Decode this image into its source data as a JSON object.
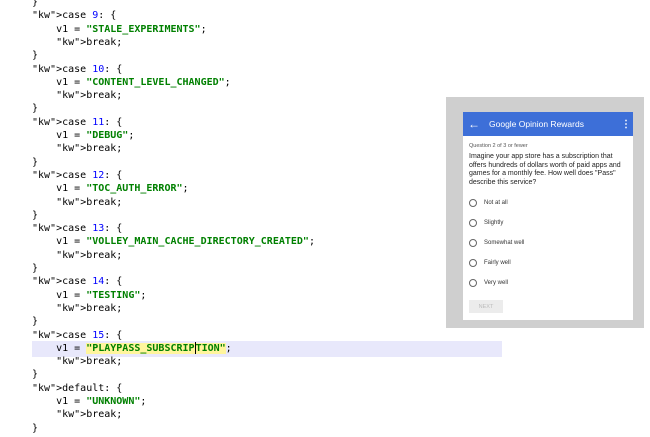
{
  "code": {
    "lines": [
      "}",
      "case 9: {",
      "    v1 = \"STALE_EXPERIMENTS\";",
      "    break;",
      "}",
      "case 10: {",
      "    v1 = \"CONTENT_LEVEL_CHANGED\";",
      "    break;",
      "}",
      "case 11: {",
      "    v1 = \"DEBUG\";",
      "    break;",
      "}",
      "case 12: {",
      "    v1 = \"TOC_AUTH_ERROR\";",
      "    break;",
      "}",
      "case 13: {",
      "    v1 = \"VOLLEY_MAIN_CACHE_DIRECTORY_CREATED\";",
      "    break;",
      "}",
      "case 14: {",
      "    v1 = \"TESTING\";",
      "    break;",
      "}",
      "case 15: {",
      "    v1 = \"PLAYPASS_SUBSCRIPTION\";",
      "    break;",
      "}",
      "default: {",
      "    v1 = \"UNKNOWN\";",
      "    break;",
      "}"
    ],
    "highlighted_line": 26
  },
  "phone": {
    "app_title": "Google Opinion Rewards",
    "back_icon": "arrow-back-icon",
    "more_icon": "more-vert-icon",
    "question_meta": "Question 2 of 3 or fewer",
    "question_text": "Imagine your app store has a subscription that offers hundreds of dollars worth of paid apps and games for a monthly fee. How well does \"Pass\" describe this service?",
    "options": [
      "Not at all",
      "Slightly",
      "Somewhat well",
      "Fairly well",
      "Very well"
    ],
    "next_label": "NEXT"
  },
  "colors": {
    "appbar": "#3d6fd8",
    "string": "#008000",
    "keyword": "#000080",
    "number": "#0000ff",
    "line_highlight": "#e8e8fb",
    "text_highlight": "#fff59d"
  }
}
